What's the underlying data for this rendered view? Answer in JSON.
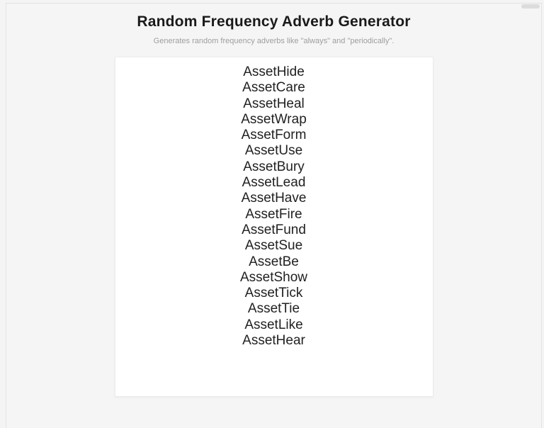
{
  "page": {
    "title": "Random Frequency Adverb Generator",
    "subtitle": "Generates random frequency adverbs like \"always\" and \"periodically\"."
  },
  "list": {
    "items": [
      "AssetHide",
      "AssetCare",
      "AssetHeal",
      "AssetWrap",
      "AssetForm",
      "AssetUse",
      "AssetBury",
      "AssetLead",
      "AssetHave",
      "AssetFire",
      "AssetFund",
      "AssetSue",
      "AssetBe",
      "AssetShow",
      "AssetTick",
      "AssetTie",
      "AssetLike",
      "AssetHear"
    ]
  },
  "colors": {
    "page_background": "#f4f4f4",
    "card_background": "#ffffff",
    "title_text": "#1a1a1a",
    "subtitle_text": "#9e9e9e",
    "list_text": "#212121",
    "frame_border": "#e0e0e0"
  }
}
